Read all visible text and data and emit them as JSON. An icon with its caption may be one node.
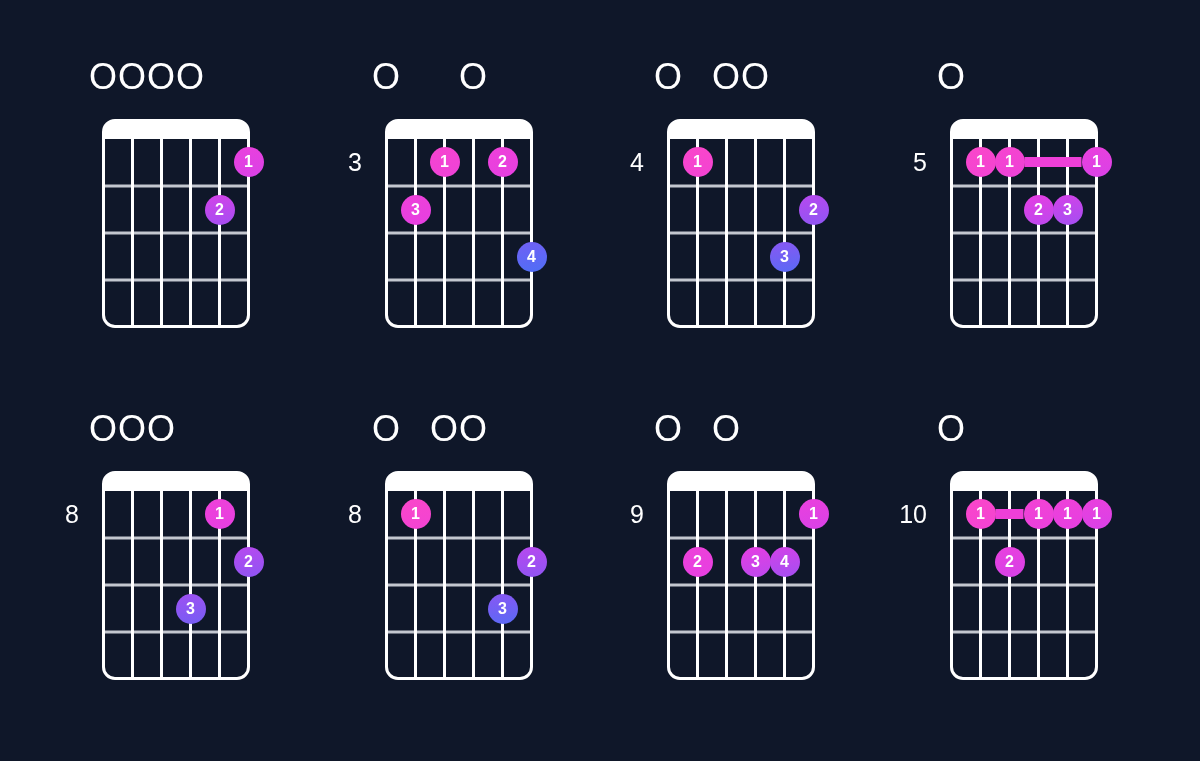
{
  "diagram": {
    "nodes": [
      {
        "text": [
          "OOOO"
        ]
      },
      {
        "text": [
          "1"
        ]
      },
      {
        "text": [
          "2"
        ],
        "in": 0
      },
      {
        "text": [
          "O",
          "O"
        ],
        "beside": [
          "3"
        ]
      },
      {
        "text": [
          "1"
        ],
        "in": 3
      },
      {
        "text": [
          "2"
        ],
        "in": 3
      },
      {
        "text": [
          "3"
        ],
        "in": 3
      },
      {
        "text": [
          "4"
        ]
      },
      {
        "text": [
          "O",
          "OO"
        ],
        "beside": [
          "4"
        ]
      },
      {
        "text": [
          "1"
        ],
        "in": 8
      },
      {
        "text": [
          "2"
        ]
      },
      {
        "text": [
          "3"
        ],
        "in": 8
      },
      {
        "text": [
          "O"
        ],
        "beside": [
          "5"
        ]
      },
      {
        "text": [
          "1"
        ],
        "in": 12
      },
      {
        "text": [
          "1"
        ],
        "in": 12
      },
      {
        "text": [
          "1"
        ]
      },
      {
        "text": [
          "2"
        ],
        "in": 12
      },
      {
        "text": [
          "3"
        ],
        "in": 12
      },
      {
        "text": [
          "OOO"
        ],
        "beside": [
          "8"
        ]
      },
      {
        "text": [
          "1"
        ],
        "in": 18
      },
      {
        "text": [
          "2"
        ]
      },
      {
        "text": [
          "3"
        ],
        "in": 18
      },
      {
        "text": [
          "O",
          "OO"
        ],
        "beside": [
          "8"
        ]
      },
      {
        "text": [
          "1"
        ],
        "in": 22
      },
      {
        "text": [
          "2"
        ]
      },
      {
        "text": [
          "3"
        ],
        "in": 22
      },
      {
        "text": [
          "O",
          "O"
        ],
        "beside": [
          "9"
        ]
      },
      {
        "text": [
          "1"
        ]
      },
      {
        "text": [
          "2"
        ],
        "in": 26
      },
      {
        "text": [
          "3"
        ],
        "in": 26
      },
      {
        "text": [
          "4"
        ],
        "in": 26
      },
      {
        "text": [
          "O"
        ],
        "beside": [
          "10"
        ]
      },
      {
        "text": [
          "1"
        ],
        "in": 31
      },
      {
        "text": [
          "1"
        ],
        "in": 31
      },
      {
        "text": [
          "1"
        ],
        "in": 31
      },
      {
        "text": [
          "1"
        ]
      },
      {
        "text": [
          "2"
        ],
        "in": 31
      }
    ],
    "edges": [
      {
        "from": 14,
        "to": 15,
        "arrow": "none"
      },
      {
        "from": 32,
        "to": 33,
        "arrow": "none"
      }
    ]
  }
}
